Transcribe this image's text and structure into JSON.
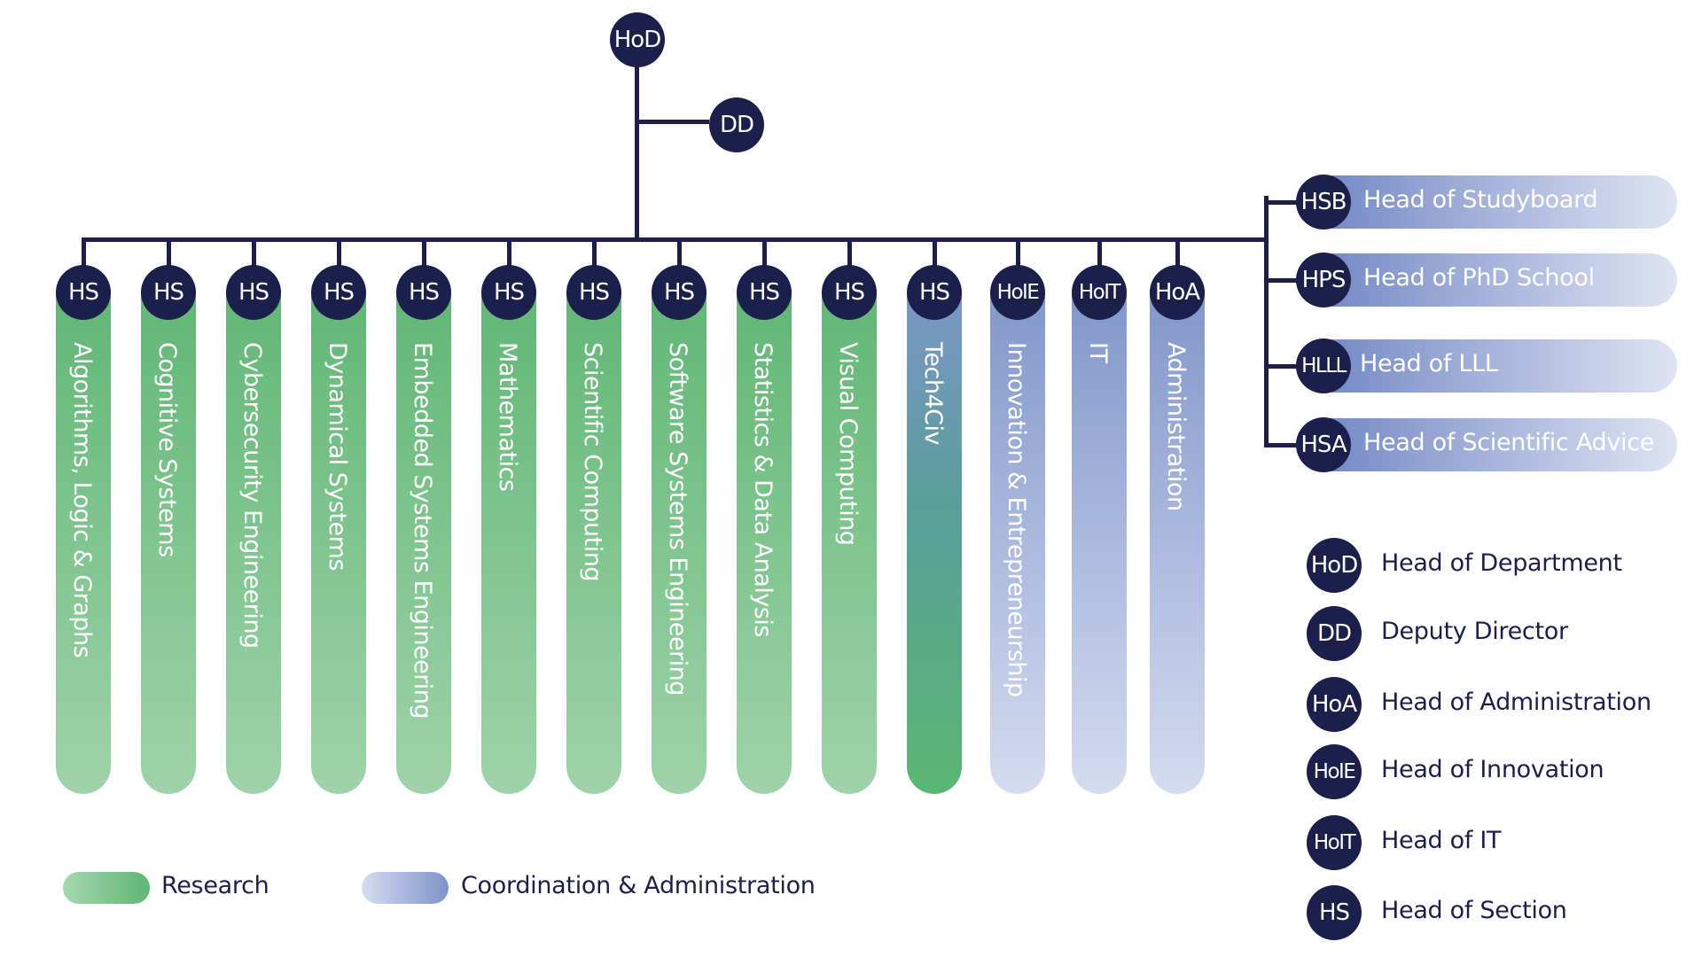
{
  "top": {
    "hod": "HoD",
    "dd": "DD"
  },
  "columns": [
    {
      "abbr": "HS",
      "label": "Algorithms, Logic & Graphs",
      "kind": "research"
    },
    {
      "abbr": "HS",
      "label": "Cognitive Systems",
      "kind": "research"
    },
    {
      "abbr": "HS",
      "label": "Cybersecurity Engineering",
      "kind": "research"
    },
    {
      "abbr": "HS",
      "label": "Dynamical Systems",
      "kind": "research"
    },
    {
      "abbr": "HS",
      "label": "Embedded Systems Engineering",
      "kind": "research"
    },
    {
      "abbr": "HS",
      "label": "Mathematics",
      "kind": "research"
    },
    {
      "abbr": "HS",
      "label": "Scientific Computing",
      "kind": "research"
    },
    {
      "abbr": "HS",
      "label": "Software Systems Engineering",
      "kind": "research"
    },
    {
      "abbr": "HS",
      "label": "Statistics & Data Analysis",
      "kind": "research"
    },
    {
      "abbr": "HS",
      "label": "Visual Computing",
      "kind": "research"
    },
    {
      "abbr": "HS",
      "label": "Tech4Civ",
      "kind": "mixed"
    },
    {
      "abbr": "HoIE",
      "label": "Innovation & Entrepreneurship",
      "kind": "coordination"
    },
    {
      "abbr": "HoIT",
      "label": "IT",
      "kind": "coordination"
    },
    {
      "abbr": "HoA",
      "label": "Administration",
      "kind": "coordination"
    }
  ],
  "side_heads": [
    {
      "abbr": "HSB",
      "label": "Head of Studyboard"
    },
    {
      "abbr": "HPS",
      "label": "Head of PhD School"
    },
    {
      "abbr": "HLLL",
      "label": "Head of LLL"
    },
    {
      "abbr": "HSA",
      "label": "Head of Scientific Advice"
    }
  ],
  "key": [
    {
      "abbr": "HoD",
      "label": "Head of Department"
    },
    {
      "abbr": "DD",
      "label": "Deputy Director"
    },
    {
      "abbr": "HoA",
      "label": "Head of Administration"
    },
    {
      "abbr": "HoIE",
      "label": "Head of Innovation"
    },
    {
      "abbr": "HoIT",
      "label": "Head of IT"
    },
    {
      "abbr": "HS",
      "label": "Head of Section"
    }
  ],
  "color_legend": [
    {
      "label": "Research",
      "kind": "research"
    },
    {
      "label": "Coordination & Administration",
      "kind": "coordination"
    }
  ],
  "colors": {
    "node": "#1c1f4a",
    "research_top": "#5fb574",
    "research_bottom": "#9fd3a9",
    "coordination_top": "#7d93c9",
    "coordination_bottom": "#d5dcf0",
    "line": "#1c1f4a"
  }
}
